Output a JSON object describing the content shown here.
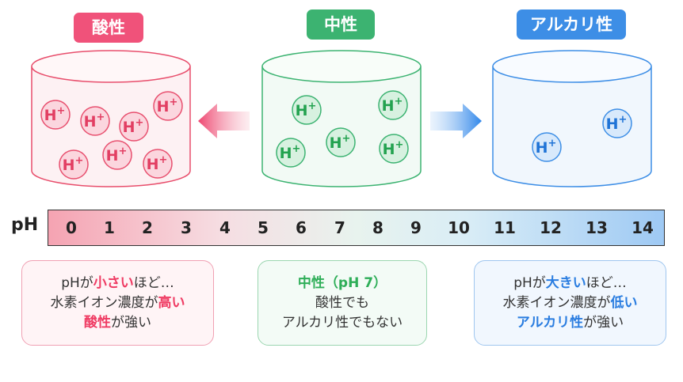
{
  "labels": {
    "acidic": "酸性",
    "neutral": "中性",
    "alkaline": "アルカリ性"
  },
  "ion": {
    "symbol": "H",
    "charge": "+"
  },
  "ph_scale": {
    "label": "pH",
    "ticks": [
      "0",
      "1",
      "2",
      "3",
      "4",
      "5",
      "6",
      "7",
      "8",
      "9",
      "10",
      "11",
      "12",
      "13",
      "14"
    ]
  },
  "boxes": {
    "acidic": {
      "line1_pre": "pHが",
      "line1_em": "小さい",
      "line1_post": "ほど…",
      "line2_pre": "水素イオン濃度が",
      "line2_em": "高い",
      "line3_em": "酸性",
      "line3_post": "が強い"
    },
    "neutral": {
      "line1_em": "中性（pH 7）",
      "line2": "酸性でも",
      "line3": "アルカリ性でもない"
    },
    "alkaline": {
      "line1_pre": "pHが",
      "line1_em": "大きい",
      "line1_post": "ほど…",
      "line2_pre": "水素イオン濃度が",
      "line2_em": "低い",
      "line3_em": "アルカリ性",
      "line3_post": "が強い"
    }
  },
  "colors": {
    "acidic": "#f0527a",
    "neutral": "#3cb371",
    "alkaline": "#3d8ee6"
  }
}
